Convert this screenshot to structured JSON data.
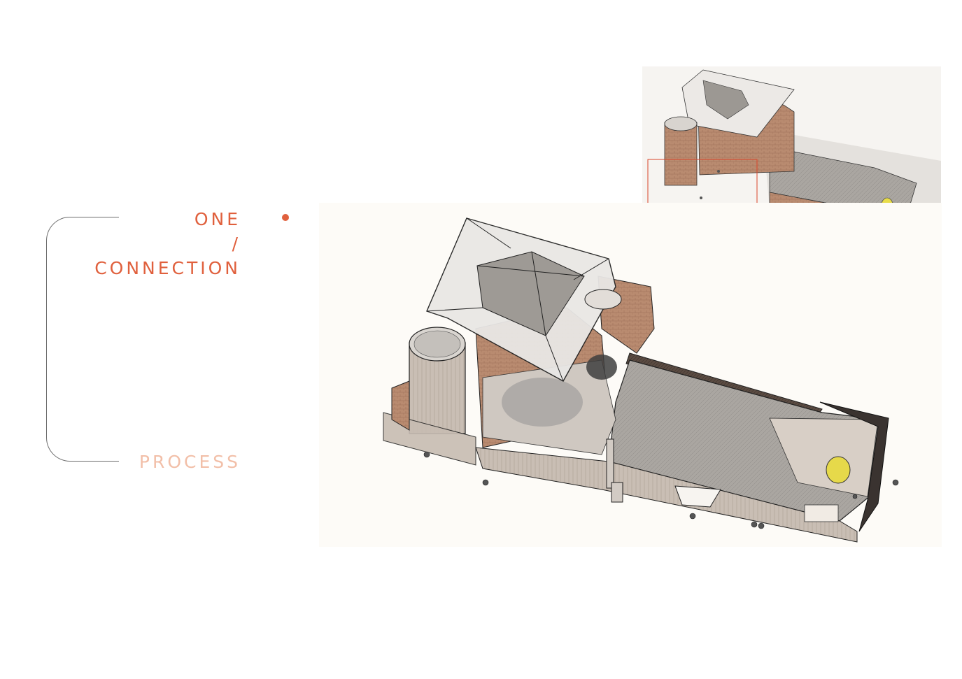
{
  "heading": {
    "line1": "ONE",
    "line2": "/",
    "line3": "CONNECTION"
  },
  "footer_label": "PROCESS",
  "colors": {
    "accent": "#e0603d",
    "accent_light": "#f2bfa8",
    "bracket": "#6b6b6b",
    "brick": "#b0836a",
    "roof": "#a9a5a0",
    "panel_background": "#fdfbf7"
  },
  "icons": {
    "bullet": "dot-icon"
  }
}
